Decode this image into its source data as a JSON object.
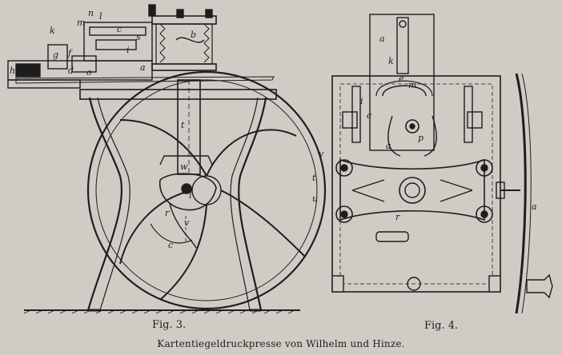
{
  "figures": [
    {
      "caption": "Fig. 3."
    },
    {
      "caption": "Fig. 4."
    }
  ],
  "title": "Kartentiegeldruckpresse von Wilhelm und Hinze.",
  "labels": {
    "fig3": [
      "k",
      "m",
      "n",
      "l",
      "c",
      "s",
      "i",
      "f",
      "h",
      "g",
      "o",
      "b",
      "d",
      "a",
      "t",
      "w",
      "g",
      "v",
      "l",
      "r",
      "c"
    ],
    "fig4": [
      "a",
      "k",
      "e",
      "m",
      "i",
      "c",
      "p",
      "a",
      "v",
      "t",
      "u",
      "r",
      "a"
    ]
  }
}
